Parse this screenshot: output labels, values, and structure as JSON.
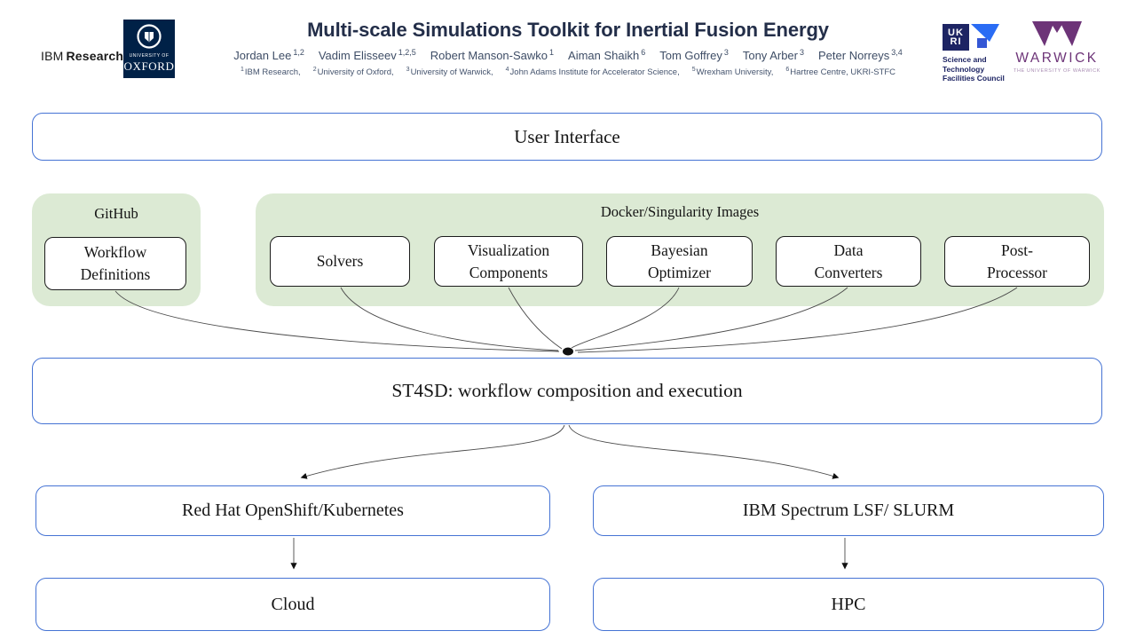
{
  "header": {
    "ibm_logo": {
      "prefix": "IBM",
      "suffix": "Research"
    },
    "oxford_logo": {
      "top": "UNIVERSITY OF",
      "name": "OXFORD"
    },
    "title": "Multi-scale Simulations Toolkit for Inertial Fusion Energy",
    "authors": [
      {
        "name": "Jordan Lee",
        "sup": "1,2"
      },
      {
        "name": "Vadim Elisseev",
        "sup": "1,2,5"
      },
      {
        "name": "Robert Manson-Sawko",
        "sup": "1"
      },
      {
        "name": "Aiman Shaikh",
        "sup": "6"
      },
      {
        "name": "Tom Goffrey",
        "sup": "3"
      },
      {
        "name": "Tony Arber",
        "sup": "3"
      },
      {
        "name": "Peter Norreys",
        "sup": "3,4"
      }
    ],
    "affiliations": [
      {
        "sup": "1",
        "text": "IBM Research,"
      },
      {
        "sup": "2",
        "text": "University of Oxford,"
      },
      {
        "sup": "3",
        "text": "University of Warwick,"
      },
      {
        "sup": "4",
        "text": "John Adams Institute for Accelerator Science,"
      },
      {
        "sup": "5",
        "text": "Wrexham University,"
      },
      {
        "sup": "6",
        "text": "Hartree Centre, UKRI-STFC"
      }
    ],
    "ukri_logo": {
      "uk": "UK",
      "ri": "RI",
      "caption_line1": "Science and",
      "caption_line2": "Technology",
      "caption_line3": "Facilities Council"
    },
    "warwick_logo": {
      "name": "WARWICK",
      "caption": "THE UNIVERSITY OF WARWICK"
    }
  },
  "diagram": {
    "user_interface_label": "User Interface",
    "github_group": {
      "label": "GitHub",
      "box_lines": [
        "Workflow",
        "Definitions"
      ]
    },
    "docker_group": {
      "label": "Docker/Singularity Images",
      "boxes": [
        {
          "lines": [
            "Solvers"
          ]
        },
        {
          "lines": [
            "Visualization",
            "Components"
          ]
        },
        {
          "lines": [
            "Bayesian",
            "Optimizer"
          ]
        },
        {
          "lines": [
            "Data",
            "Converters"
          ]
        },
        {
          "lines": [
            "Post-",
            "Processor"
          ]
        }
      ]
    },
    "st4sd_label": "ST4SD: workflow composition and execution",
    "left_branch": {
      "platform": "Red Hat OpenShift/Kubernetes",
      "infrastructure": "Cloud"
    },
    "right_branch": {
      "platform": "IBM Spectrum LSF/ SLURM",
      "infrastructure": "HPC"
    }
  },
  "colors": {
    "accent_blue": "#4573d4",
    "group_green": "#dcead4",
    "inner_box_border": "#1c1c1c",
    "title_navy": "#232e49",
    "oxford_navy": "#002147",
    "ukri_navy": "#1d2463",
    "ukri_blue": "#2a6cf4",
    "warwick_purple": "#6d3478",
    "arrow_gray": "#4a4a4a"
  }
}
